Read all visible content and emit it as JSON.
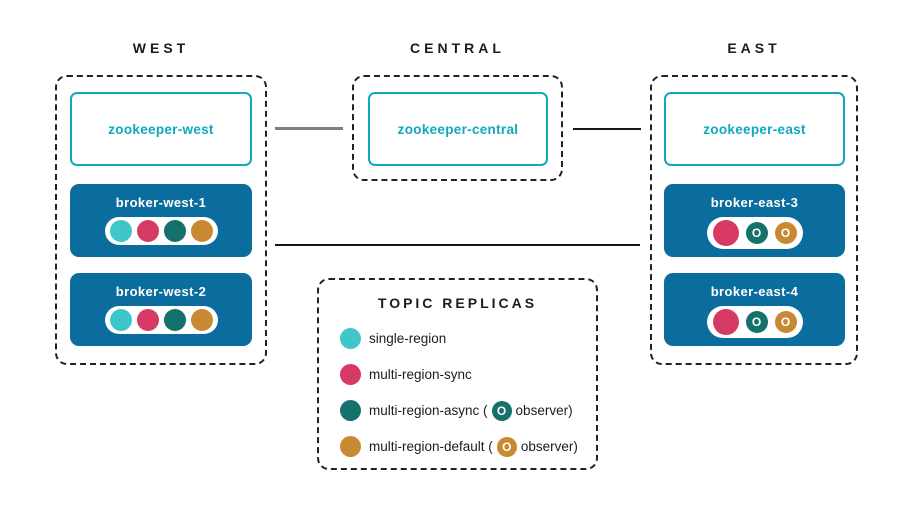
{
  "regions": [
    {
      "label": "WEST",
      "zookeeper": "zookeeper-west",
      "brokers": [
        {
          "name": "broker-west-1",
          "replicas": [
            {
              "type": "single-region",
              "observer": false
            },
            {
              "type": "multi-region-sync",
              "observer": false
            },
            {
              "type": "multi-region-async",
              "observer": false
            },
            {
              "type": "multi-region-default",
              "observer": false
            }
          ]
        },
        {
          "name": "broker-west-2",
          "replicas": [
            {
              "type": "single-region",
              "observer": false
            },
            {
              "type": "multi-region-sync",
              "observer": false
            },
            {
              "type": "multi-region-async",
              "observer": false
            },
            {
              "type": "multi-region-default",
              "observer": false
            }
          ]
        }
      ]
    },
    {
      "label": "CENTRAL",
      "zookeeper": "zookeeper-central",
      "brokers": []
    },
    {
      "label": "EAST",
      "zookeeper": "zookeeper-east",
      "brokers": [
        {
          "name": "broker-east-3",
          "replicas": [
            {
              "type": "multi-region-sync",
              "observer": false
            },
            {
              "type": "multi-region-async",
              "observer": true
            },
            {
              "type": "multi-region-default",
              "observer": true
            }
          ]
        },
        {
          "name": "broker-east-4",
          "replicas": [
            {
              "type": "multi-region-sync",
              "observer": false
            },
            {
              "type": "multi-region-async",
              "observer": true
            },
            {
              "type": "multi-region-default",
              "observer": true
            }
          ]
        }
      ]
    }
  ],
  "connections": [
    {
      "from": "zookeeper-west",
      "to": "zookeeper-central",
      "style": "gray"
    },
    {
      "from": "zookeeper-central",
      "to": "zookeeper-east",
      "style": "black"
    },
    {
      "from": "brokers-west",
      "to": "brokers-east",
      "style": "black"
    }
  ],
  "legend": {
    "title": "TOPIC REPLICAS",
    "observer_glyph": "O",
    "items": [
      {
        "label": "single-region"
      },
      {
        "label": "multi-region-sync"
      },
      {
        "label_prefix": "multi-region-async (",
        "label_suffix": "observer)"
      },
      {
        "label_prefix": "multi-region-default (",
        "label_suffix": "observer)"
      }
    ]
  },
  "colors": {
    "single_region": "#3ec6c9",
    "multi_region_sync": "#d63a64",
    "multi_region_async": "#15716c",
    "multi_region_default": "#c98933",
    "broker_bg": "#0a6d9d",
    "zookeeper_accent": "#0fa9bc",
    "line_gray": "#7f7f7f",
    "line_black": "#161616"
  }
}
